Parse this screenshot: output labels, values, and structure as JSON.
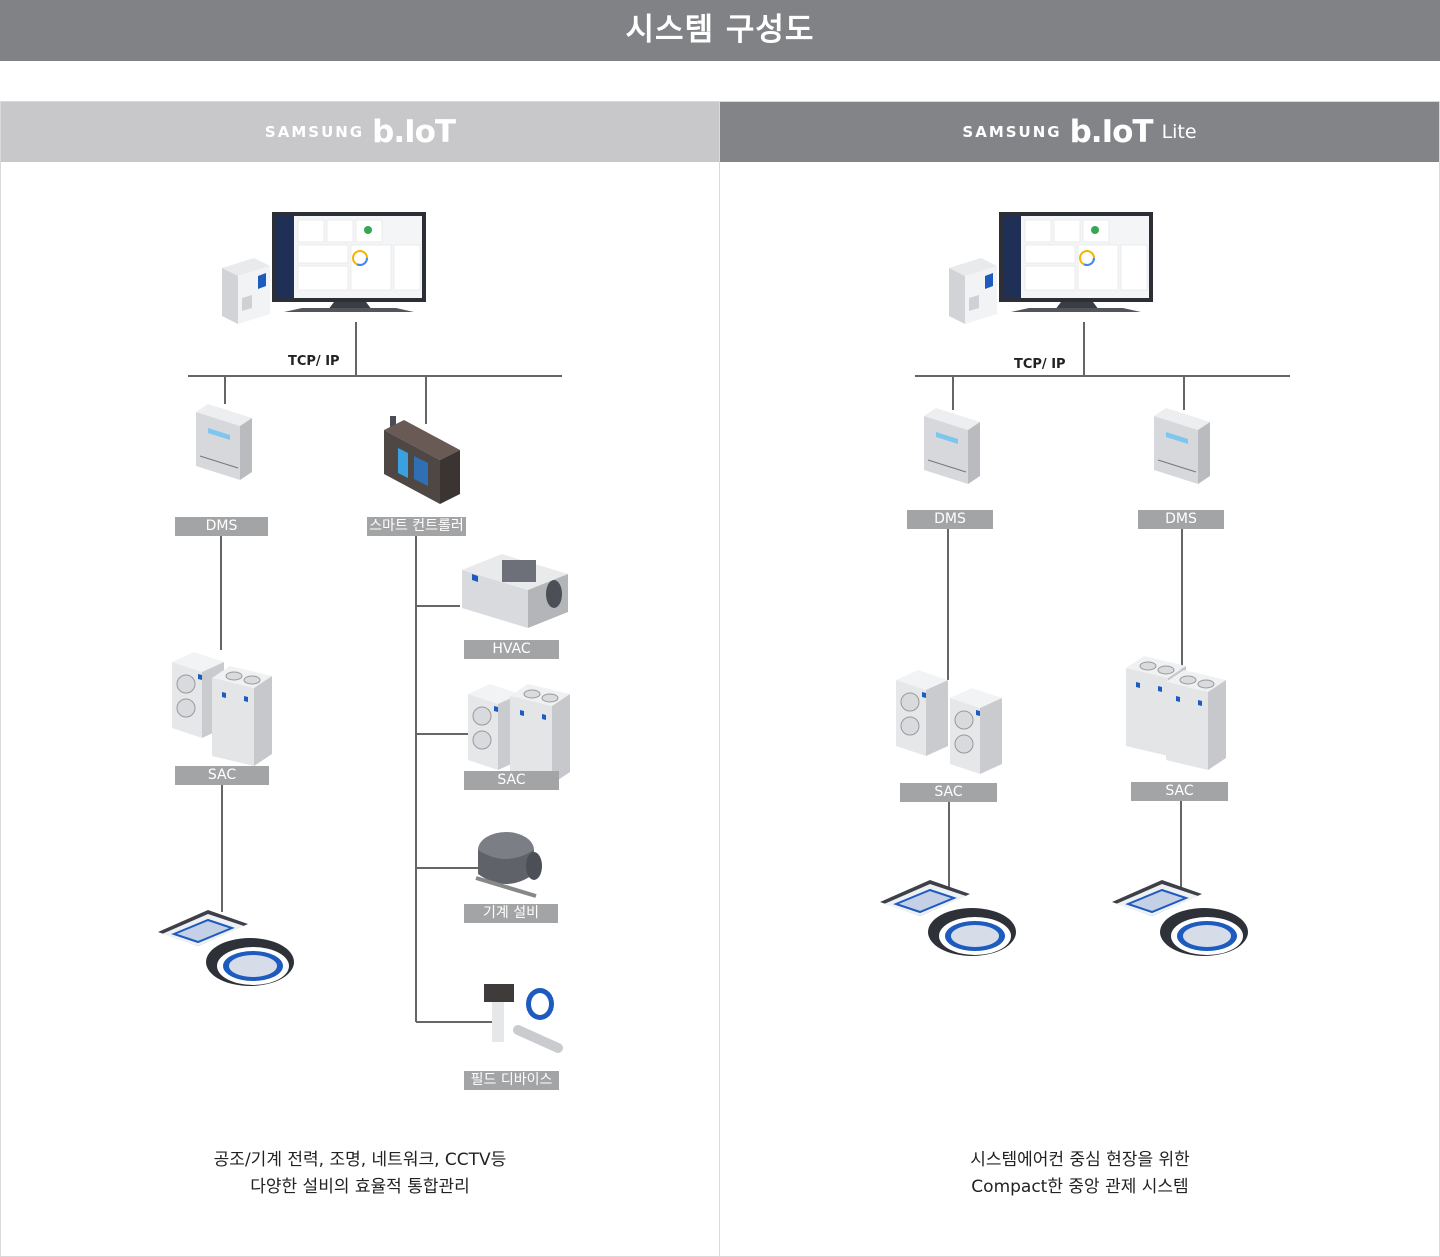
{
  "title": "시스템 구성도",
  "left_panel": {
    "brand_samsung": "SAMSUNG",
    "brand_product": "b.IoT",
    "network_label": "TCP/ IP",
    "nodes": {
      "dms": "DMS",
      "smart_controller": "스마트 컨트롤러",
      "sac": "SAC",
      "hvac": "HVAC",
      "sac2": "SAC",
      "machine": "기계 설비",
      "field": "필드 디바이스"
    },
    "caption_line1": "공조/기계 전력, 조명, 네트워크, CCTV등",
    "caption_line2": "다양한 설비의 효율적 통합관리"
  },
  "right_panel": {
    "brand_samsung": "SAMSUNG",
    "brand_product": "b.IoT",
    "brand_suffix": "Lite",
    "network_label": "TCP/ IP",
    "nodes": {
      "dms1": "DMS",
      "dms2": "DMS",
      "sac1": "SAC",
      "sac2": "SAC"
    },
    "caption_line1": "시스템에어컨 중심 현장을 위한",
    "caption_line2": "Compact한 중앙 관제 시스템"
  },
  "colors": {
    "title_bar": "#818285",
    "left_header": "#c8c8ca",
    "right_header": "#838487",
    "label_bg": "#a3a4a6",
    "accent_blue": "#1d5bbf"
  }
}
